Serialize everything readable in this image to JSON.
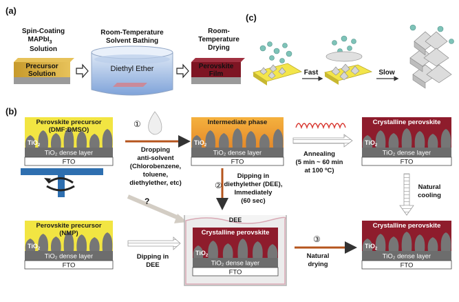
{
  "panel_a": {
    "tag": "(a)",
    "step1": {
      "line1": "Spin-Coating",
      "line2": "MAPbI",
      "sub": "3",
      "line3": "Solution",
      "block": "Precursor Solution",
      "block_l1": "Precursor",
      "block_l2": "Solution"
    },
    "step2": {
      "line1": "Room-Temperature",
      "line2": "Solvent Bathing",
      "liquid": "Diethyl Ether"
    },
    "step3": {
      "line1": "Room-",
      "line2": "Temperature",
      "line3": "Drying",
      "block_l1": "Perovskite",
      "block_l2": "Film"
    }
  },
  "panel_c": {
    "tag": "(c)",
    "fast": "Fast",
    "slow": "Slow"
  },
  "panel_b": {
    "tag": "(b)",
    "top_left": {
      "title_l1": "Perovskite precursor",
      "title_l2": "(DMF:DMSO)",
      "tio2": "TiO",
      "tio2_sub": "2",
      "dense": "TiO₂ dense layer",
      "fto": "FTO"
    },
    "bottom_left": {
      "title_l1": "Perovskite precursor",
      "title_l2": "(NMP)",
      "tio2": "TiO",
      "tio2_sub": "2",
      "dense": "TiO₂ dense layer",
      "fto": "FTO"
    },
    "intermediate": {
      "title": "Intermediate phase",
      "tio2": "TiO",
      "tio2_sub": "2",
      "dense": "TiO₂ dense layer",
      "fto": "FTO"
    },
    "crystalline_top": {
      "title": "Crystalline perovskite",
      "tio2": "TiO",
      "tio2_sub": "2",
      "dense": "TiO₂ dense layer",
      "fto": "FTO"
    },
    "crystalline_bottom": {
      "title": "Crystalline perovskite",
      "tio2": "TiO",
      "tio2_sub": "2",
      "dense": "TiO₂ dense layer",
      "fto": "FTO"
    },
    "bath": {
      "label": "DEE",
      "title": "Crystalline perovskite",
      "tio2": "TiO",
      "tio2_sub": "2",
      "dense": "TiO₂ dense layer",
      "fto": "FTO"
    },
    "step1": {
      "num": "①",
      "lines": [
        "Dropping",
        "anti-solvent",
        "(Chlorobenzene,",
        "toluene,",
        "diethylether, etc)"
      ]
    },
    "step2": {
      "num": "②",
      "lines": [
        "Dipping in",
        "diethylether (DEE),",
        "Immediately",
        "(60 sec)"
      ]
    },
    "step3": {
      "num": "③",
      "lines": [
        "Natural",
        "drying"
      ]
    },
    "annealing": {
      "lines": [
        "Annealing",
        "(5 min ~ 60 min",
        "at 100 ºC)"
      ]
    },
    "cooling": {
      "lines": [
        "Natural",
        "cooling"
      ]
    },
    "dipping_dee": {
      "lines": [
        "Dipping in",
        "DEE"
      ]
    },
    "question": "?"
  },
  "colors": {
    "yellow": "#f2e542",
    "orange": "#f0a63a",
    "maroon": "#8e1c2c",
    "tio2": "#6f6f6f",
    "dense": "#777777",
    "arrow_orange": "#b5541c"
  }
}
